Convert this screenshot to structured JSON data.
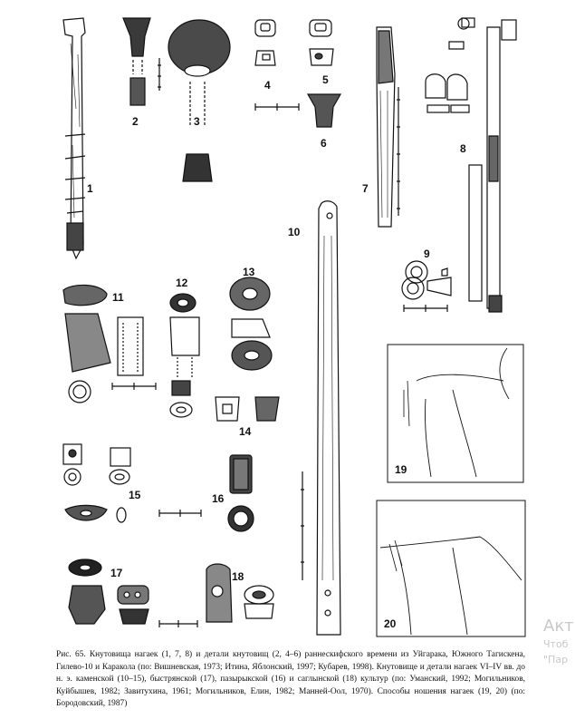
{
  "figure": {
    "labels": [
      "1",
      "2",
      "3",
      "4",
      "5",
      "6",
      "7",
      "8",
      "9",
      "10",
      "11",
      "12",
      "13",
      "14",
      "15",
      "16",
      "17",
      "18",
      "19",
      "20"
    ]
  },
  "caption": {
    "text": "Рис. 65. Кнутовища нагаек (1, 7, 8) и детали кнутовищ (2, 4–6) раннескифского времени из Уйгарака, Южного Тагискена, Гилево-10 и Каракола (по: Вишневская, 1973; Итина, Яблонский, 1997; Кубарев, 1998). Кнутовище и детали нагаек VI–IV вв. до н. э. каменской (10–15), быстрянской (17), пазырыкской (16) и саглынской (18) культур (по: Уманский, 1992; Могильников, Куйбышев, 1982; Завитухина, 1961; Могильников, Елин, 1982; Манней-Оол, 1970). Способы ношения нагаек (19, 20) (по: Бородовский, 1987)"
  },
  "watermark": {
    "line1": "Акт",
    "line2": "Чтоб",
    "line3": "\"Пар"
  }
}
